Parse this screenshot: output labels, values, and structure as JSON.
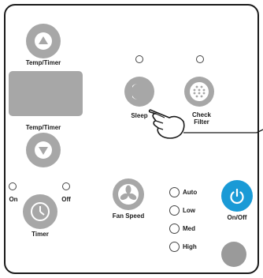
{
  "panel": {
    "temp_timer_up_label": "Temp/Timer",
    "temp_timer_down_label": "Temp/Timer",
    "sleep_label": "Sleep",
    "check_filter_label_line1": "Check",
    "check_filter_label_line2": "Filter",
    "on_label": "On",
    "off_label": "Off",
    "timer_label": "Timer",
    "fan_speed_label": "Fan Speed",
    "speed_options": [
      "Auto",
      "Low",
      "Med",
      "High"
    ],
    "power_label": "On/Off"
  },
  "colors": {
    "button_gray": "#a7a7a7",
    "power_blue": "#1a9ad6",
    "outline": "#1a1a1a"
  },
  "icons": [
    "up-arrow-icon",
    "down-arrow-icon",
    "moon-icon",
    "filter-grid-icon",
    "clock-icon",
    "fan-icon",
    "power-icon",
    "pointing-hand-icon"
  ]
}
